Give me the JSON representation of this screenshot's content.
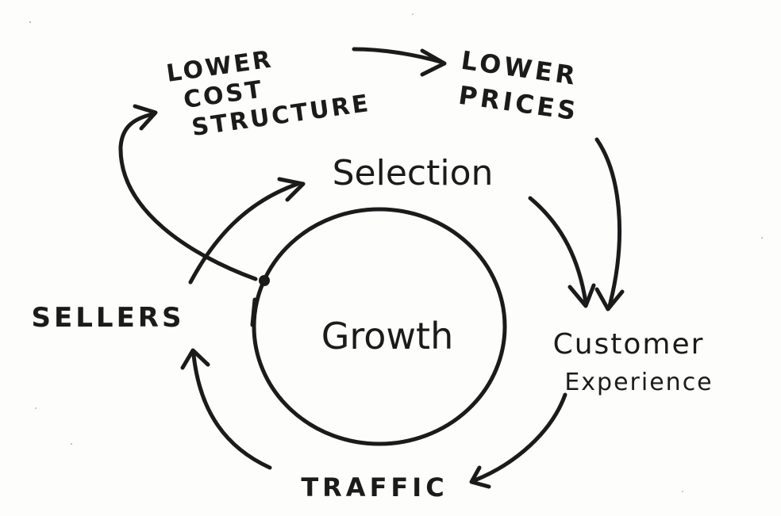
{
  "diagram": {
    "center": "Growth",
    "nodes": {
      "lower_cost_structure": [
        "LOWER",
        "COST",
        "STRUCTURE"
      ],
      "lower_prices": [
        "LOWER",
        "PRICES"
      ],
      "selection": "Selection",
      "customer_experience": [
        "Customer",
        "Experience"
      ],
      "traffic": "TRAFFIC",
      "sellers": "SELLERS"
    }
  }
}
